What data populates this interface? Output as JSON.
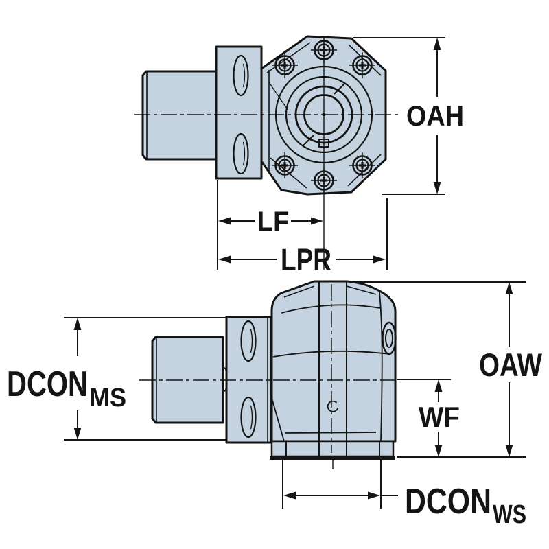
{
  "drawing": {
    "background": "#ffffff",
    "body_fill": "#c4d3df",
    "line_color": "#141414",
    "views": {
      "front_view": {
        "name": "front view of angled tool holder head with bolted flange",
        "dimensions": {
          "oah": {
            "label": "OAH"
          },
          "lf": {
            "label": "LF"
          },
          "lpr": {
            "label": "LPR"
          }
        }
      },
      "side_view": {
        "name": "side view of tool holder with machine-side coupling and spindle face",
        "dimensions": {
          "dcon_ms": {
            "label": "DCON",
            "subscript": "MS"
          },
          "oaw": {
            "label": "OAW"
          },
          "wf": {
            "label": "WF"
          },
          "dcon_ws": {
            "label": "DCON",
            "subscript": "WS"
          }
        }
      }
    }
  }
}
